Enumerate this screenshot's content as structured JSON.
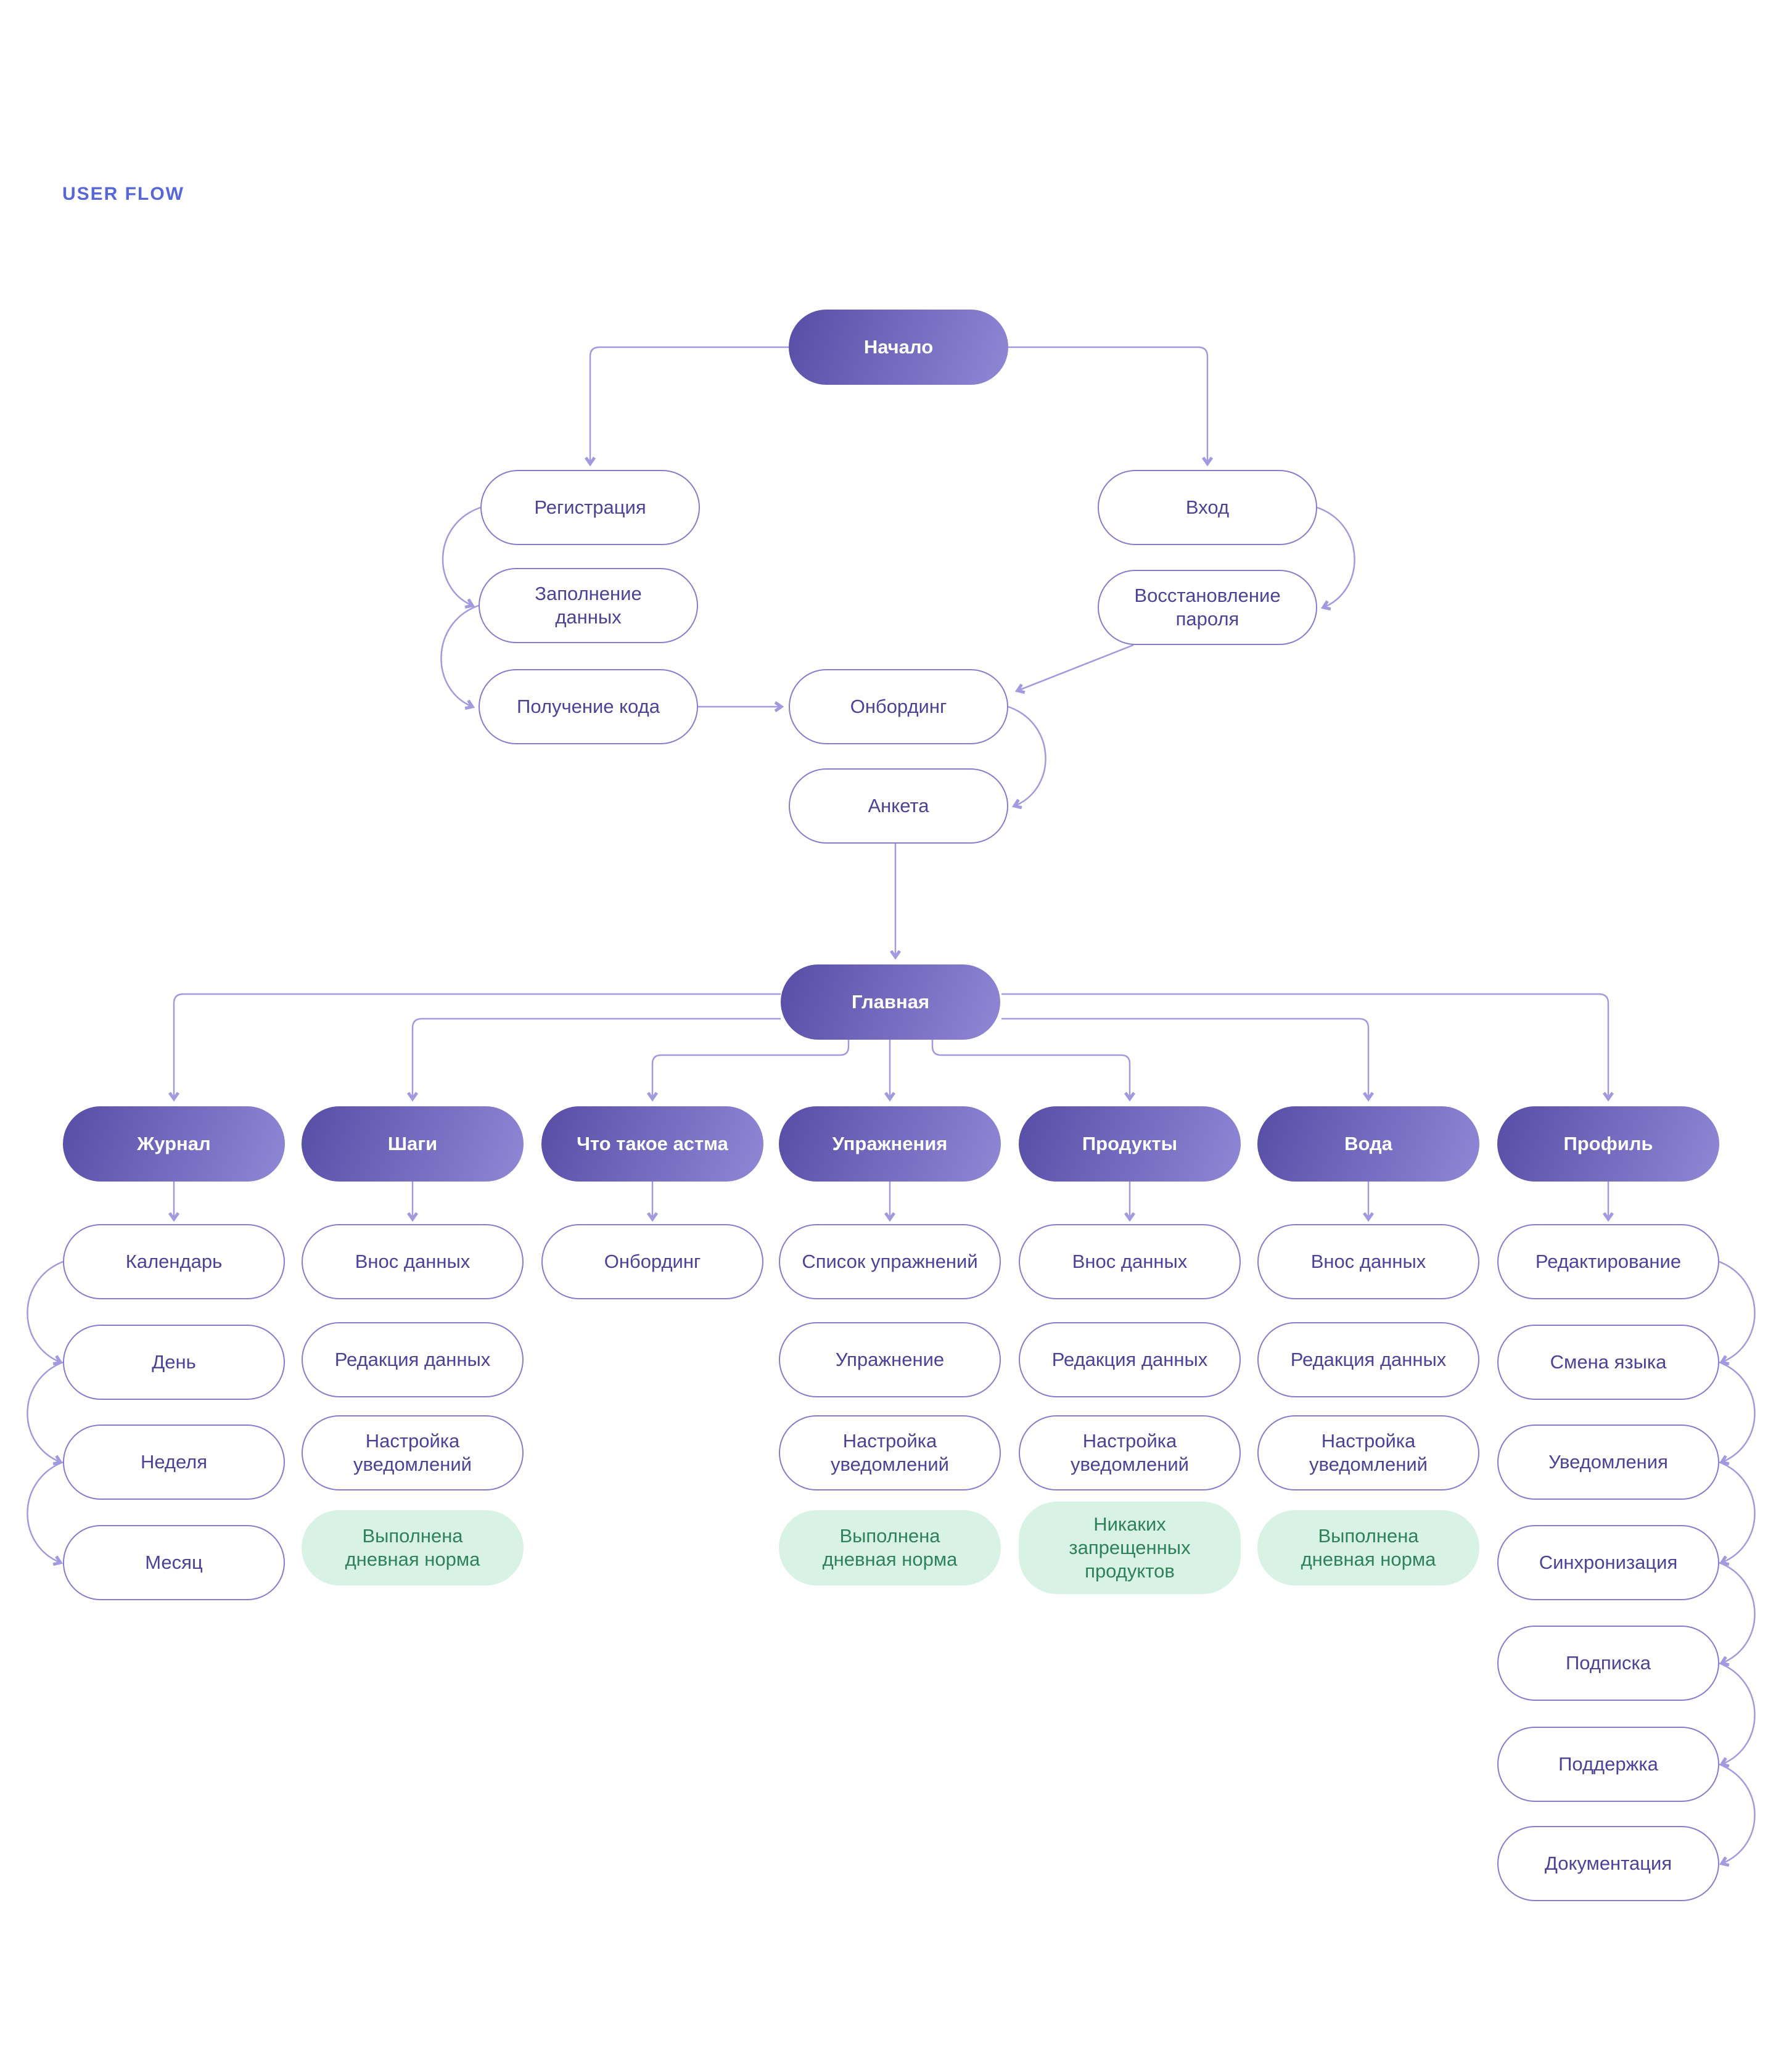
{
  "page": {
    "title": "USER FLOW"
  },
  "colors": {
    "accent_gradient_start": "#584DA6",
    "accent_gradient_end": "#9087D6",
    "outline_border": "#847CCE",
    "outline_text": "#4B4397",
    "green_background": "#D8F3E5",
    "green_text": "#2F8159",
    "connector": "#A19ADE",
    "title": "#5767D9"
  },
  "nodes": {
    "start": "Начало",
    "registration": "Регистрация",
    "fill_data": "Заполнение\nданных",
    "get_code": "Получение кода",
    "login": "Вход",
    "password_recovery": "Восстановление\nпароля",
    "onboarding": "Онбординг",
    "survey": "Анкета",
    "main": "Главная"
  },
  "sections": [
    {
      "title": "Журнал",
      "children": [
        "Календарь",
        "День",
        "Неделя",
        "Месяц"
      ]
    },
    {
      "title": "Шаги",
      "children": [
        "Внос данных",
        "Редакция данных",
        "Настройка\nуведомлений"
      ],
      "highlight": "Выполнена\nдневная норма"
    },
    {
      "title": "Что такое астма",
      "children": [
        "Онбординг"
      ]
    },
    {
      "title": "Упражнения",
      "children": [
        "Список упражнений",
        "Упражнение",
        "Настройка\nуведомлений"
      ],
      "highlight": "Выполнена\nдневная норма"
    },
    {
      "title": "Продукты",
      "children": [
        "Внос данных",
        "Редакция данных",
        "Настройка\nуведомлений"
      ],
      "highlight": "Никаких\nзапрещенных\nпродуктов"
    },
    {
      "title": "Вода",
      "children": [
        "Внос данных",
        "Редакция данных",
        "Настройка\nуведомлений"
      ],
      "highlight": "Выполнена\nдневная норма"
    },
    {
      "title": "Профиль",
      "children": [
        "Редактирование",
        "Смена языка",
        "Уведомления",
        "Синхронизация",
        "Подписка",
        "Поддержка",
        "Документация"
      ]
    }
  ]
}
